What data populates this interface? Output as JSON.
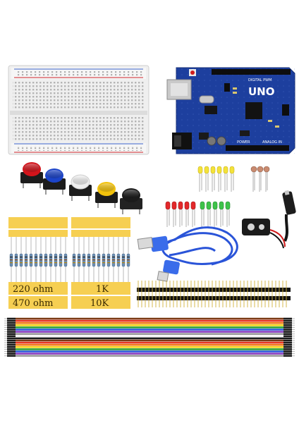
{
  "board": {
    "logo": "UNO",
    "pwm_label": "DIGITAL PWM",
    "power_label": "POWER",
    "analog_label": "ANALOG IN"
  },
  "resistor_labels": {
    "r220": "220 ohm",
    "r1k": "1K",
    "r470": "470 ohm",
    "r10k": "10K"
  },
  "colors": {
    "board_blue": "#1d3f9e",
    "button_caps": [
      "#d3141b",
      "#1c44c9",
      "#eeeeee",
      "#f2c20c",
      "#1b1b1b"
    ],
    "tape": "#f6cf52",
    "usb_cable": "#2a54d8",
    "jumper_wires": [
      "#7a3a14",
      "#e53422",
      "#f07a1a",
      "#f1d21c",
      "#2ea33a",
      "#2756d9",
      "#8a3fc1",
      "#9a9a9a",
      "#f4f4f4",
      "#1a1a1a"
    ]
  }
}
